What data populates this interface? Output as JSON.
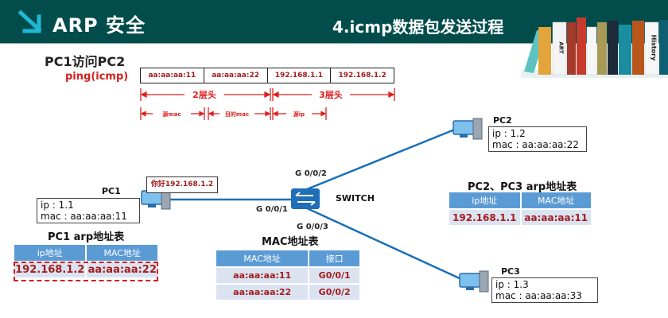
{
  "header": {
    "brand_icon": "arrow-down-right-icon",
    "brand_title": "ARP 安全",
    "section_title": "4.icmp数据包发送过程",
    "decoration": "books-illustration",
    "book_spine_labels": [
      "ART",
      "History"
    ],
    "colors": {
      "header_bg": "#024c4c",
      "accent": "#1fb8d6"
    }
  },
  "scenario": {
    "title": "PC1访问PC2",
    "ping_label": "ping(icmp)",
    "packet_fields": [
      "aa:aa:aa:11",
      "aa:aa:aa:22",
      "192.168.1.1",
      "192.168.1.2"
    ],
    "header_annotations": {
      "layer2": "2层头",
      "layer3": "3层头"
    },
    "field_annotations": {
      "src_mac": "源mac",
      "dst_mac": "目的mac",
      "src_ip": "源ip"
    }
  },
  "network": {
    "hello_message": "你好192.168.1.2",
    "switch_label": "SWITCH",
    "ports": {
      "p1": "G 0/0/1",
      "p2": "G 0/0/2",
      "p3": "G 0/0/3"
    },
    "pcs": [
      {
        "name": "PC1",
        "ip": "ip : 1.1",
        "mac": "mac : aa:aa:aa:11"
      },
      {
        "name": "PC2",
        "ip": "ip : 1.2",
        "mac": "mac : aa:aa:aa:22"
      },
      {
        "name": "PC3",
        "ip": "ip : 1.3",
        "mac": "mac : aa:aa:aa:33"
      }
    ],
    "colors": {
      "link": "#1a6fb8",
      "switch": "#1f6fb8",
      "pc": "#7ec0ee"
    }
  },
  "pc1_arp_table": {
    "title": "PC1 arp地址表",
    "headers": [
      "ip地址",
      "MAC地址"
    ],
    "rows": [
      [
        "192.168.1.2",
        "aa:aa:aa:22"
      ]
    ],
    "highlighted": true
  },
  "mac_table": {
    "title": "MAC地址表",
    "headers": [
      "MAC地址",
      "接口"
    ],
    "rows": [
      [
        "aa:aa:aa:11",
        "G0/0/1"
      ],
      [
        "aa:aa:aa:22",
        "G0/0/2"
      ]
    ]
  },
  "pc23_arp_table": {
    "title": "PC2、PC3 arp地址表",
    "headers": [
      "ip地址",
      "MAC地址"
    ],
    "rows": [
      [
        "192.168.1.1",
        "aa:aa:aa:11"
      ]
    ]
  }
}
